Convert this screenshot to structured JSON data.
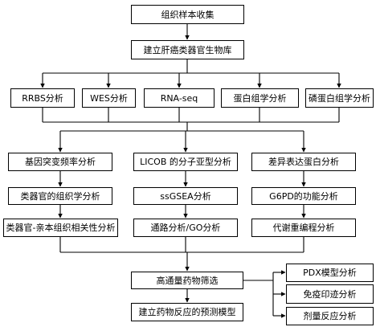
{
  "nodes": {
    "collect": "组织样本收集",
    "library": "建立肝癌类器官生物库",
    "rrbs": "RRBS分析",
    "wes": "WES分析",
    "rnaseq": "RNA-seq",
    "proteomics": "蛋白组学分析",
    "phospho": "磷蛋白组学分析",
    "mutation": "基因突变频率分析",
    "histology": "类器官的组织学分析",
    "correlation": "类器官-亲本组织相关性分析",
    "licob": "LICOB 的分子亚型分析",
    "ssgsea": "ssGSEA分析",
    "pathway": "通路分析/GO分析",
    "diffprotein": "差异表达蛋白分析",
    "g6pd": "G6PD的功能分析",
    "metabolic": "代谢重编程分析",
    "screening": "高通量药物筛选",
    "prediction": "建立药物反应的预测模型",
    "pdx": "PDX模型分析",
    "immuno": "免疫印迹分析",
    "dose": "剂量反应分析"
  }
}
